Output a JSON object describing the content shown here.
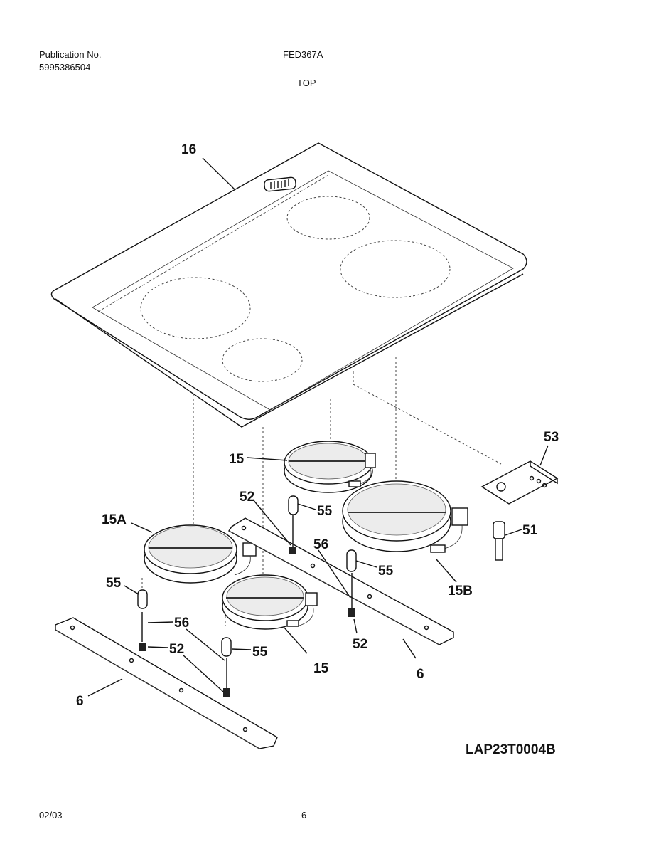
{
  "header": {
    "publication_label": "Publication No.",
    "publication_number": "5995386504",
    "model": "FED367A",
    "section": "TOP"
  },
  "callouts": {
    "c16": "16",
    "c15_top": "15",
    "c15a": "15A",
    "c52_top": "52",
    "c55_top": "55",
    "c56_mid": "56",
    "c55_mid": "55",
    "c15b": "15B",
    "c53": "53",
    "c51": "51",
    "c55_left": "55",
    "c56_left": "56",
    "c52_left": "52",
    "c55_bot": "55",
    "c15_bot": "15",
    "c52_right": "52",
    "c6_right": "6",
    "c6_left": "6"
  },
  "drawing_code": "LAP23T0004B",
  "footer": {
    "date": "02/03",
    "page": "6"
  }
}
